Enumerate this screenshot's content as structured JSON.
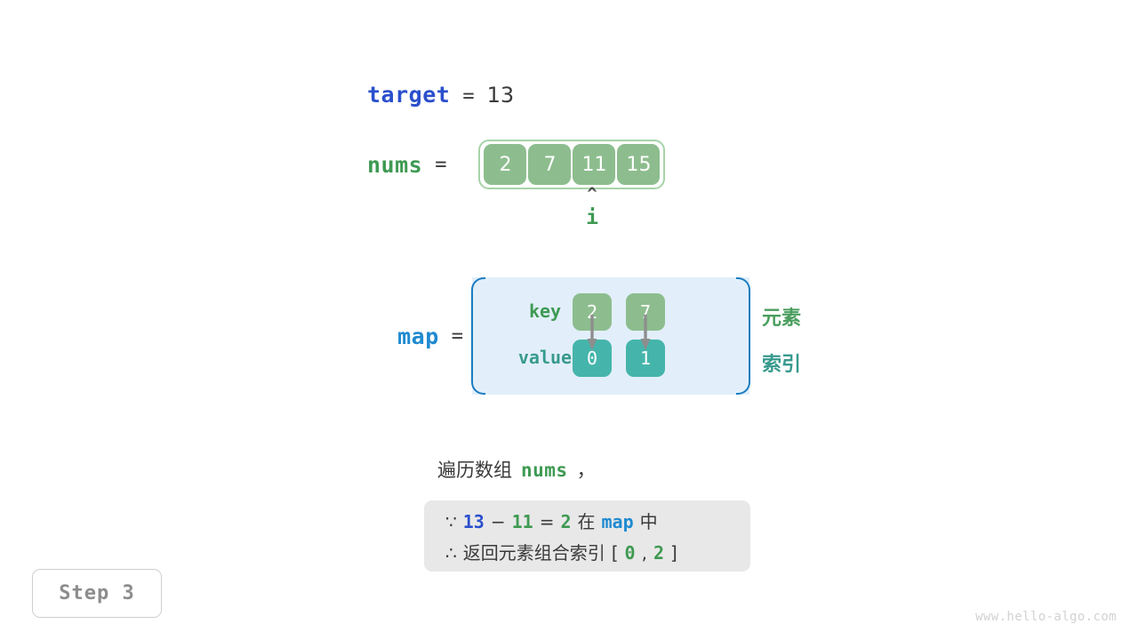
{
  "target": {
    "name": "target",
    "equals": "=",
    "value": "13"
  },
  "nums": {
    "name": "nums",
    "equals": "=",
    "cells": [
      "2",
      "7",
      "11",
      "15"
    ],
    "pointer": {
      "caret": "^",
      "label": "i",
      "index": 2
    }
  },
  "map": {
    "name": "map",
    "equals": "=",
    "key_label": "key",
    "value_label": "value",
    "keys": [
      "2",
      "7"
    ],
    "values": [
      "0",
      "1"
    ],
    "notes": {
      "element": "元素",
      "index": "索引"
    }
  },
  "caption": {
    "prefix": "遍历数组",
    "var": "nums",
    "suffix": "，"
  },
  "conclusion": {
    "line1": {
      "symbol": "∵",
      "a": "13",
      "minus": "−",
      "b": "11",
      "eq": "=",
      "c": "2",
      "mid": "在",
      "map": "map",
      "tail": "中"
    },
    "line2": {
      "symbol": "∴",
      "text": "返回元素组合索引",
      "bracket_open": "[",
      "i0": "0",
      "comma": ",",
      "i1": "2",
      "bracket_close": "]"
    }
  },
  "step_badge": "Step 3",
  "watermark": "www.hello-algo.com",
  "colors": {
    "cell_green": "#8dbd8e",
    "cell_teal": "#45b5ab",
    "blue_var": "#2b50cc",
    "cyan_var": "#1f8ad0",
    "green_var": "#3e9a52",
    "map_bg": "#e2effa",
    "map_border": "#1a7cc0",
    "box_bg": "#e8e8e8"
  }
}
